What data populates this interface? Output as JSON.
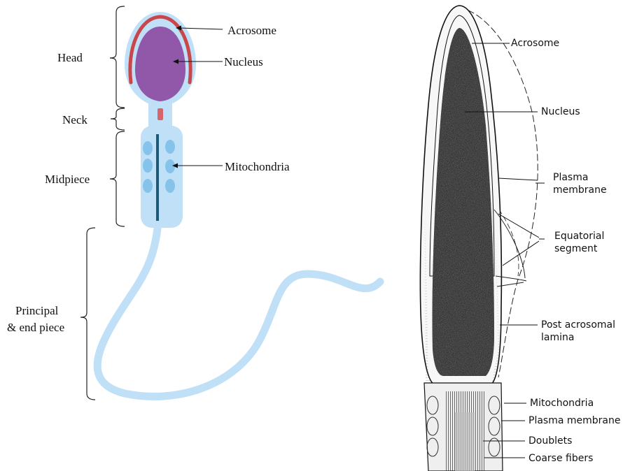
{
  "left_diagram": {
    "region_labels": {
      "head": "Head",
      "neck": "Neck",
      "midpiece": "Midpiece",
      "principal_line1": "Principal",
      "principal_line2": "& end piece"
    },
    "structure_labels": {
      "acrosome": "Acrosome",
      "nucleus": "Nucleus",
      "mitochondria": "Mitochondria"
    },
    "colors": {
      "cell_body": "#bfe0f7",
      "nucleus": "#9157a8",
      "acrosome": "#c8474c",
      "mitochondria": "#85c3ea",
      "axoneme": "#1c5a78",
      "neck": "#d5656a"
    }
  },
  "right_diagram": {
    "labels": {
      "acrosome": "Acrosome",
      "nucleus": "Nucleus",
      "plasma_membrane_line1": "Plasma",
      "plasma_membrane_line2": "membrane",
      "equatorial_line1": "Equatorial",
      "equatorial_line2": "segment",
      "post_acrosomal_line1": "Post acrosomal",
      "post_acrosomal_line2": "lamina",
      "mitochondria": "Mitochondria",
      "plasma_membrane_2": "Plasma membrane",
      "doublets": "Doublets",
      "coarse_fibers": "Coarse fibers"
    }
  }
}
